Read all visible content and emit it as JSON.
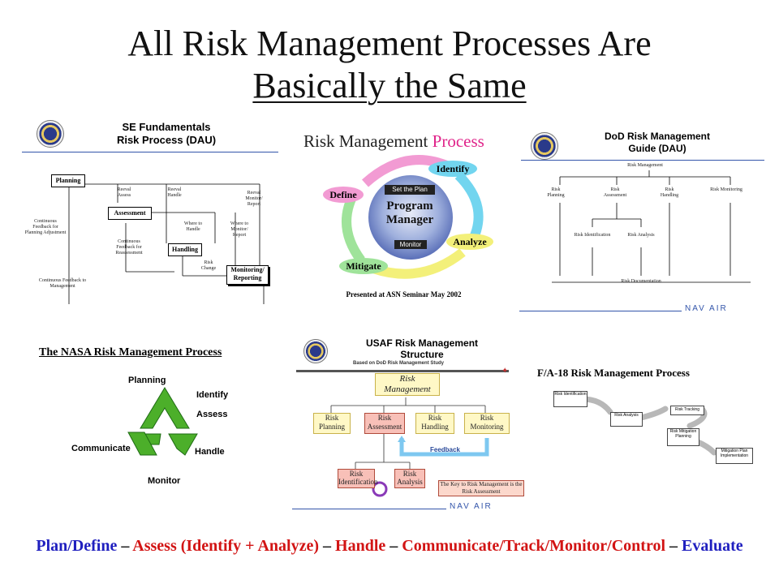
{
  "title": {
    "line1": "All Risk Management Processes Are",
    "line2": "Basically the Same"
  },
  "dau": {
    "header1": "SE Fundamentals",
    "header2": "Risk Process (DAU)",
    "planning": "Planning",
    "assessment": "Assessment",
    "handling": "Handling",
    "monitoring": "Monitoring/ Reporting",
    "reeval_assess": "Reeval Assess",
    "reeval_handle": "Reeval Handle",
    "reeval_monitor": "Reeval Monitor/ Report",
    "where_handle": "Where to Handle",
    "where_monitor": "Where to Monitor/ Report",
    "cont_planning": "Continuous Feedback for Planning Adjustment",
    "cont_reassess": "Continuous Feedback for Reassessment",
    "risk_change": "Risk Change",
    "cont_management": "Continuous Feedback to Management"
  },
  "asn": {
    "title_black": "Risk Management ",
    "title_pink": "Process",
    "identify": "Identify",
    "analyze": "Analyze",
    "mitigate": "Mitigate",
    "define": "Define",
    "set_plan": "Set the Plan",
    "program_manager": "Program Manager",
    "monitor": "Monitor",
    "caption": "Presented at ASN Seminar May 2002"
  },
  "dod": {
    "header1": "DoD Risk Management",
    "header2": "Guide (DAU)",
    "top": "Risk Management",
    "planning": "Risk Planning",
    "assessment": "Risk Assessment",
    "handling": "Risk Handling",
    "monitoring": "Risk Monitoring",
    "identification": "Risk Identification",
    "analysis": "Risk Analysis",
    "documentation": "Risk Documentation"
  },
  "navair_text": "NAV AIR",
  "nasa": {
    "title": "The NASA Risk Management Process",
    "planning": "Planning",
    "identify": "Identify",
    "assess": "Assess",
    "handle": "Handle",
    "monitor": "Monitor",
    "communicate": "Communicate"
  },
  "usaf": {
    "header1": "USAF Risk Management",
    "header2": "Structure",
    "subheader": "Based on DoD Risk Management Study",
    "top": "Risk Management",
    "planning": "Risk Planning",
    "assessment": "Risk Assessment",
    "handling": "Risk Handling",
    "monitoring": "Risk Monitoring",
    "feedback": "Feedback",
    "identification": "Risk Identification",
    "analysis": "Risk Analysis",
    "key_note": "The Key to Risk Management is the Risk Assessment"
  },
  "fa18": {
    "title": "F/A-18 Risk Management Process",
    "step1": "Risk Identification",
    "step2": "Risk Analysis",
    "step3": "Risk Tracking",
    "step4": "Risk Mitigation Planning",
    "step5": "Mitigation Plan Implementation"
  },
  "bottom": {
    "plan_define": "Plan/Define",
    "sep": " – ",
    "assess": "Assess (Identify + Analyze)",
    "handle": "Handle",
    "communicate": "Communicate/Track/Monitor/Control",
    "evaluate": "Evaluate"
  },
  "colors": {
    "blue": "#1f1fbf",
    "red": "#d21414",
    "navy_line": "#3355aa"
  }
}
